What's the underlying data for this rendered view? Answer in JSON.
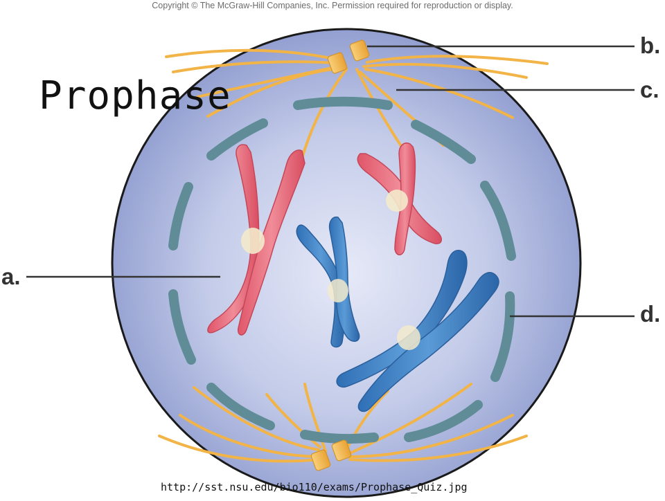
{
  "copyright": "Copyright © The McGraw-Hill Companies, Inc. Permission required for reproduction or display.",
  "title": "Prophase",
  "labels": {
    "a": "a.",
    "b": "b.",
    "c": "c.",
    "d": "d."
  },
  "source_url": "http://sst.nsu.edu/bio110/exams/Prophase_Quiz.jpg",
  "colors": {
    "cell_fill": "#aab4dc",
    "cell_outline": "#1a1a1a",
    "nuclear_envelope": "#5f8c96",
    "spindle_fibers": "#f2b447",
    "centrosome": "#f6c35a",
    "red_chromosome": "#e36a78",
    "blue_chromosome": "#3b7fc0",
    "centromere": "#f3eacb"
  }
}
